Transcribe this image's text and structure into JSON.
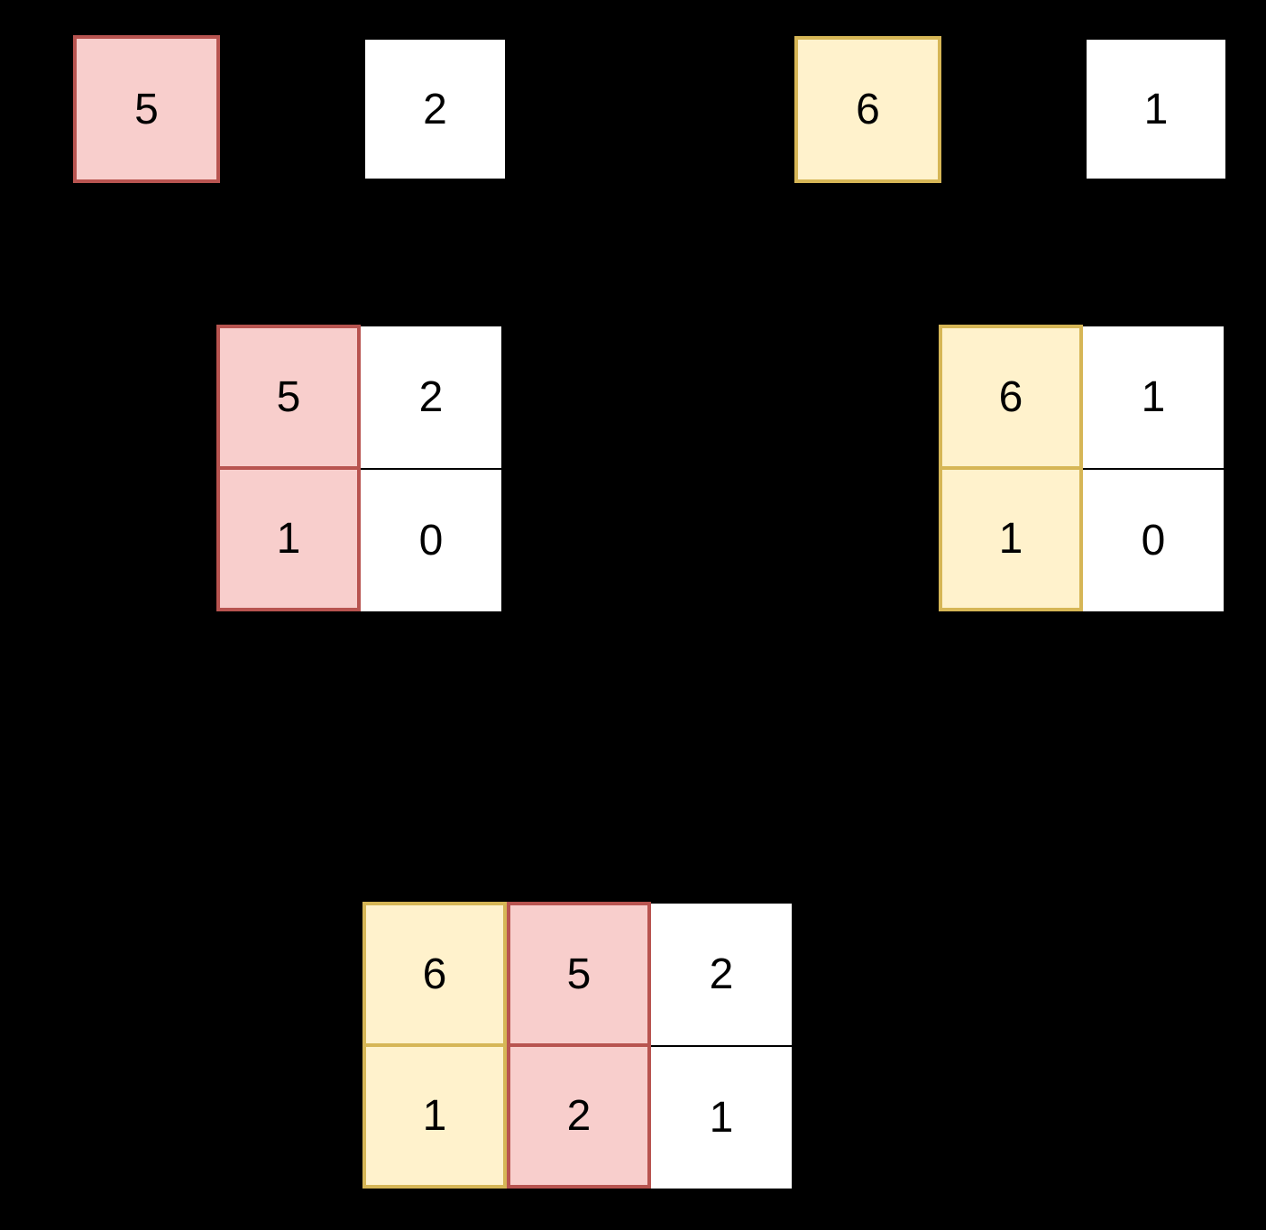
{
  "palette": {
    "background": "#000000",
    "pink_fill": "#f8cecc",
    "pink_stroke": "#b85450",
    "yellow_fill": "#fff2cc",
    "yellow_stroke": "#d6b656",
    "white_fill": "#ffffff",
    "white_stroke": "#000000",
    "text_color": "#000000"
  },
  "top_row": [
    {
      "value": "5",
      "variant": "pink"
    },
    {
      "value": "2",
      "variant": "white"
    },
    {
      "value": "6",
      "variant": "yellow"
    },
    {
      "value": "1",
      "variant": "white"
    }
  ],
  "left_grid": {
    "columns": [
      {
        "variant": "pink",
        "cells": [
          "5",
          "1"
        ]
      },
      {
        "variant": "white",
        "cells": [
          "2",
          "0"
        ]
      }
    ]
  },
  "right_grid": {
    "columns": [
      {
        "variant": "yellow",
        "cells": [
          "6",
          "1"
        ]
      },
      {
        "variant": "white",
        "cells": [
          "1",
          "0"
        ]
      }
    ]
  },
  "bottom_grid": {
    "columns": [
      {
        "variant": "yellow",
        "cells": [
          "6",
          "1"
        ]
      },
      {
        "variant": "pink",
        "cells": [
          "5",
          "2"
        ]
      },
      {
        "variant": "white",
        "cells": [
          "2",
          "1"
        ]
      }
    ]
  }
}
